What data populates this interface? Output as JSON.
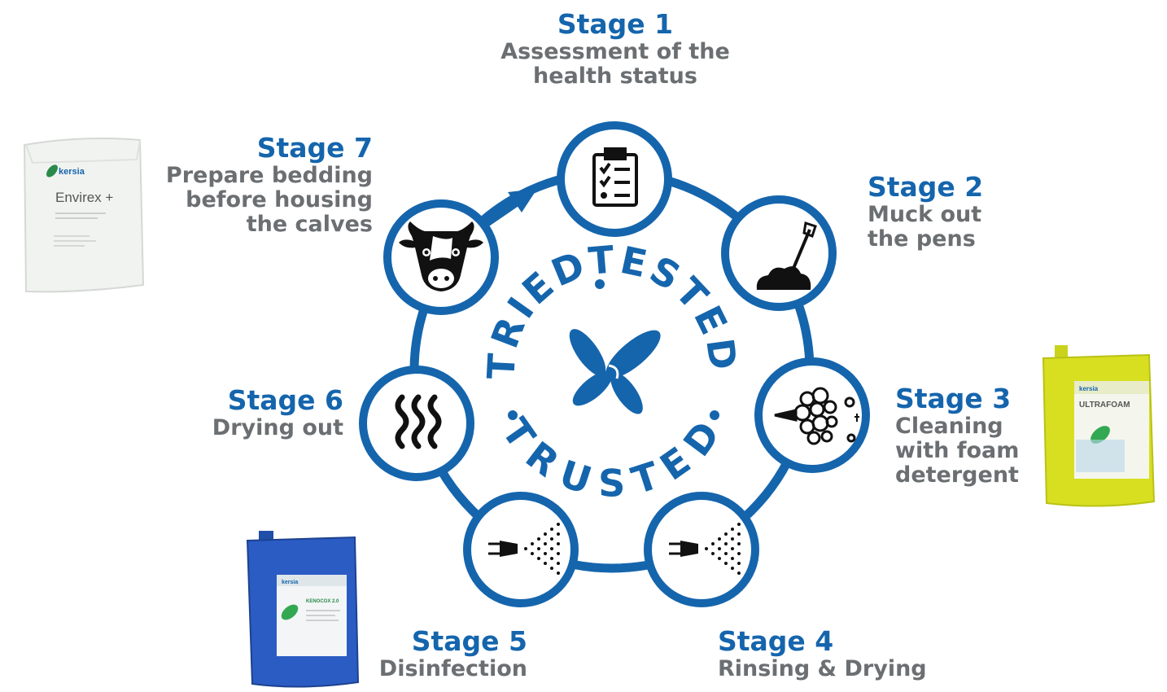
{
  "colors": {
    "primary": "#1565ad",
    "text_gray": "#6b6f72"
  },
  "badge": {
    "top_word": "TESTED",
    "left_word": "TRIED",
    "bottom_word": "TRUSTED"
  },
  "stages": [
    {
      "title": "Stage 1",
      "lines": [
        "Assessment of the",
        "health status"
      ],
      "icon": "clipboard-checklist-icon"
    },
    {
      "title": "Stage 2",
      "lines": [
        "Muck out",
        "the pens"
      ],
      "icon": "shovel-muck-icon"
    },
    {
      "title": "Stage 3",
      "lines": [
        "Cleaning",
        "with foam",
        "detergent"
      ],
      "icon": "foam-bubbles-icon"
    },
    {
      "title": "Stage 4",
      "lines": [
        "Rinsing & Drying"
      ],
      "icon": "spray-nozzle-icon"
    },
    {
      "title": "Stage 5",
      "lines": [
        "Disinfection"
      ],
      "icon": "spray-nozzle-icon"
    },
    {
      "title": "Stage 6",
      "lines": [
        "Drying out"
      ],
      "icon": "heat-waves-icon"
    },
    {
      "title": "Stage 7",
      "lines": [
        "Prepare bedding",
        "before housing",
        "the calves"
      ],
      "icon": "cow-head-icon"
    }
  ],
  "products": {
    "bag": {
      "brand": "kersia",
      "name": "Envirex +"
    },
    "yellow_can": {
      "brand": "kersia",
      "name": "ULTRAFOAM"
    },
    "blue_can": {
      "brand": "kersia",
      "name": "KENOCOX 2.0"
    }
  }
}
